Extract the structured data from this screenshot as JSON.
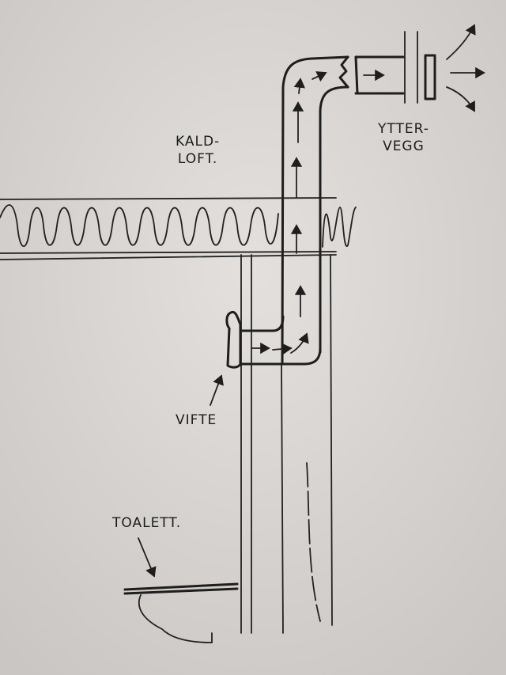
{
  "labels": {
    "cold_attic": [
      "KALD-",
      "LOFT."
    ],
    "outer_wall": [
      "YTTER-",
      "VEGG"
    ],
    "fan": "VIFTE",
    "toilet": "TOALETT."
  },
  "colors": {
    "paper": "#d8d5d2",
    "ink": "#1e1e1e"
  }
}
